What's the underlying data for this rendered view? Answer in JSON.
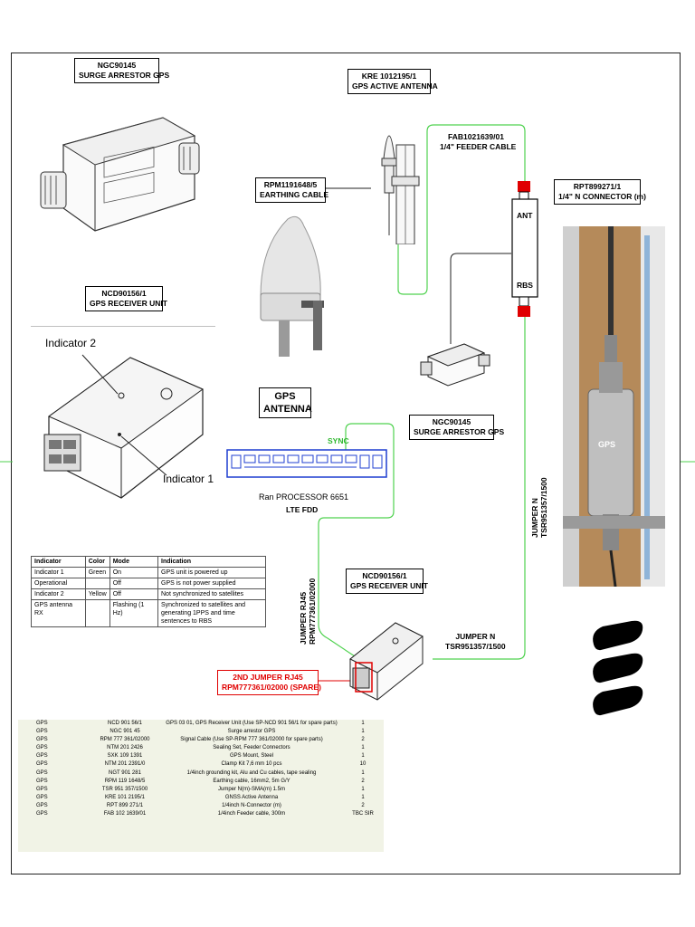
{
  "labels": {
    "surge_top": {
      "code": "NGC90145",
      "name": "SURGE ARRESTOR GPS"
    },
    "gps_antenna_kre": {
      "code": "KRE 1012195/1",
      "name": "GPS ACTIVE ANTENNA"
    },
    "feeder": {
      "code": "FAB1021639/01",
      "name": "1/4\" FEEDER CABLE"
    },
    "earthing": {
      "code": "RPM1191648/5",
      "name": "EARTHING CABLE"
    },
    "n_connector": {
      "code": "RPT899271/1",
      "name": "1/4\" N CONNECTOR (m)"
    },
    "receiver_top": {
      "code": "NCD90156/1",
      "name": "GPS RECEIVER UNIT"
    },
    "gps_antenna": {
      "line1": "GPS",
      "line2": "ANTENNA"
    },
    "surge_mid": {
      "code": "NGC90145",
      "name": "SURGE ARRESTOR GPS"
    },
    "receiver_bottom": {
      "code": "NCD90156/1",
      "name": "GPS RECEIVER UNIT"
    },
    "second_jumper": {
      "line1": "2ND JUMPER RJ45",
      "line2": "RPM777361/02000 (SPARE)"
    }
  },
  "diagram_text": {
    "indicator2": "Indicator 2",
    "indicator1": "Indicator 1",
    "ant": "ANT",
    "rbs": "RBS",
    "sync": "SYNC",
    "processor": "Ran PROCESSOR 6651",
    "lte": "LTE FDD",
    "jumper_rj45": "JUMPER RJ45",
    "jumper_rj45_code": "RPM777361/02000",
    "jumper_n_vertical": "JUMPER N",
    "jumper_n_vertical_code": "TSR951357/1500",
    "jumper_n": "JUMPER N",
    "jumper_n_code": "TSR951357/1500",
    "photo_gps": "GPS"
  },
  "indicator_table": {
    "headers": [
      "Indicator",
      "Color",
      "Mode",
      "Indication"
    ],
    "rows": [
      [
        "Indicator 1",
        "Green",
        "On",
        "GPS unit is powered up"
      ],
      [
        "Operational",
        "",
        "Off",
        "GPS is not power supplied"
      ],
      [
        "Indicator 2",
        "Yellow",
        "Off",
        "Not synchronized to satellites"
      ],
      [
        "GPS antenna RX",
        "",
        "Flashing (1 Hz)",
        "Synchronized to satellites and generating 1PPS and time sentences to RBS"
      ]
    ]
  },
  "parts_list": [
    [
      "GPS",
      "NCD 901 56/1",
      "GPS 03 01, GPS Receiver Unit (Use SP-NCD 901 56/1 for spare parts)",
      "1"
    ],
    [
      "GPS",
      "NGC 901 45",
      "Surge arrestor GPS",
      "1"
    ],
    [
      "GPS",
      "RPM 777 361/02000",
      "Signal Cable (Use SP-RPM 777 361/02000 for spare parts)",
      "2"
    ],
    [
      "GPS",
      "NTM 201 2426",
      "Sealing Set, Feeder Connectors",
      "1"
    ],
    [
      "GPS",
      "SXK 109 1391",
      "GPS Mount, Steel",
      "1"
    ],
    [
      "GPS",
      "NTM 201 2391/0",
      "Clamp Kit 7,6 mm 10 pcs",
      "10"
    ],
    [
      "GPS",
      "NGT 901 281",
      "1/4inch grounding kit, Alu and Cu cables, tape sealing",
      "1"
    ],
    [
      "GPS",
      "RPM 119 1648/5",
      "Earthing cable, 16mm2, 5m G/Y",
      "2"
    ],
    [
      "GPS",
      "TSR 951 357/1500",
      "Jumper N(m)-SMA(m) 1.5m",
      "1"
    ],
    [
      "GPS",
      "KRE 101 2195/1",
      "GNSS Active Antenna",
      "1"
    ],
    [
      "GPS",
      "RPT 899 271/1",
      "1/4inch N-Connector (m)",
      "2"
    ],
    [
      "GPS",
      "FAB 102 1639/01",
      "1/4inch Feeder cable, 300m",
      "TBC SIR"
    ]
  ],
  "colors": {
    "wire": "#4fd24f",
    "sync": "#2fb82f",
    "red": "#e00000",
    "processor": "#1f3fd0"
  }
}
